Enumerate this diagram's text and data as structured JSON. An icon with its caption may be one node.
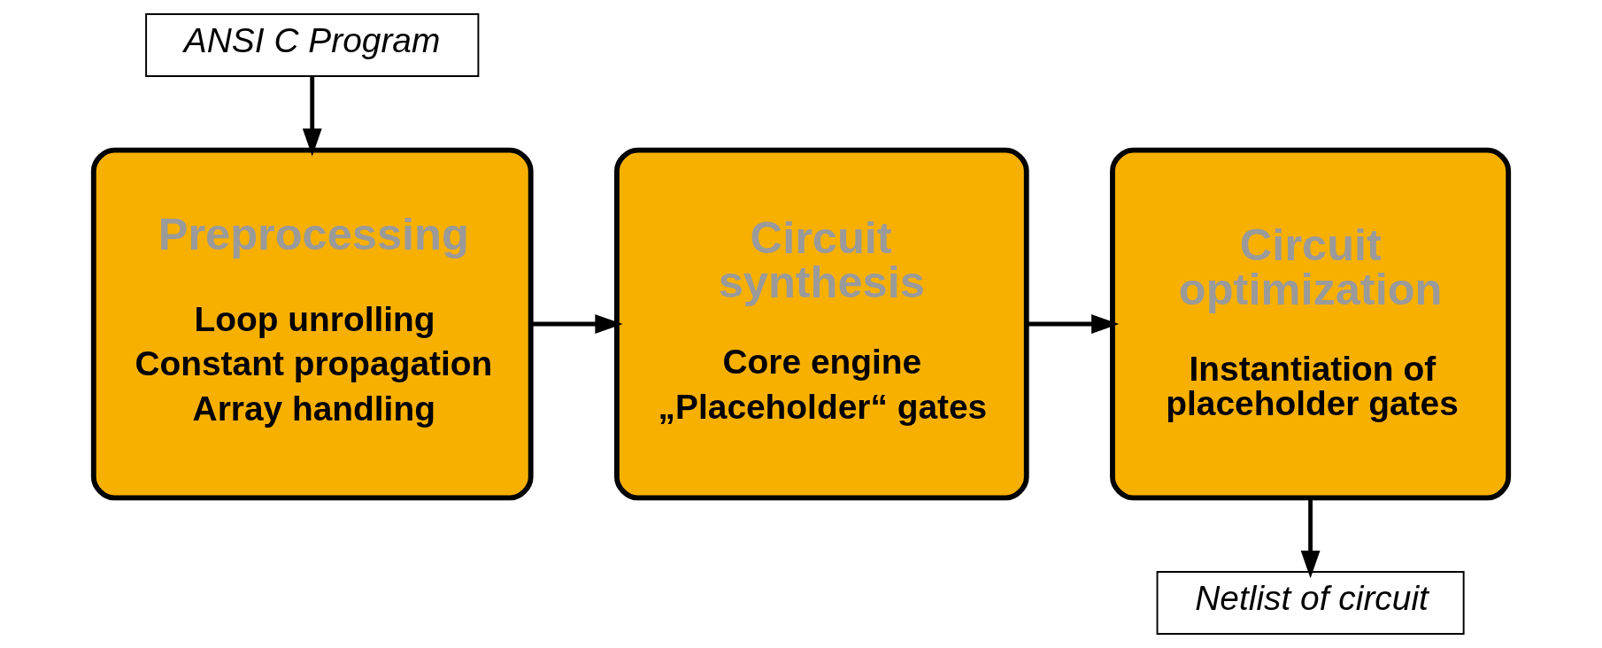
{
  "diagram": {
    "nodes": [
      {
        "text": [
          "ANSI C Program"
        ]
      },
      {
        "text": [
          "Preprocessing",
          "Loop unrolling",
          "Constant propagation",
          "Array handling"
        ]
      },
      {
        "text": [
          "Circuit synthesis",
          "Core engine",
          "„Placeholder“ gates"
        ]
      },
      {
        "text": [
          "Circuit optimization",
          "Instantiation of placeholder gates"
        ]
      },
      {
        "text": [
          "Netlist of circuit"
        ]
      }
    ],
    "edges": [
      {
        "from": 0,
        "to": 1,
        "arrow": "to"
      },
      {
        "from": 1,
        "to": 2,
        "arrow": "to"
      },
      {
        "from": 2,
        "to": 3,
        "arrow": "to"
      },
      {
        "from": 3,
        "to": 4,
        "arrow": "to"
      }
    ]
  }
}
